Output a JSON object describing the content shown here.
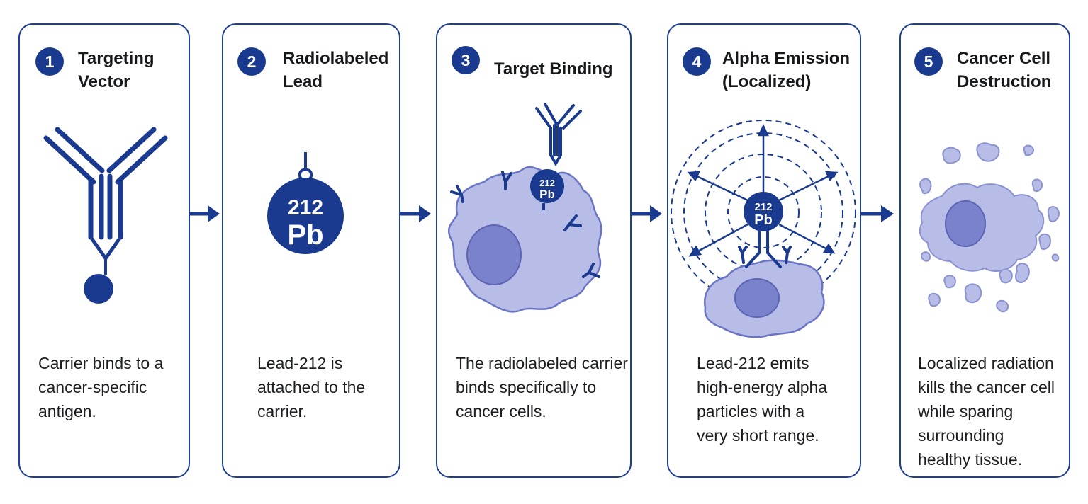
{
  "colors": {
    "navy": "#1a3a8f",
    "cell_fill": "#b8bde8",
    "cell_edge": "#6a74c4",
    "nucleus": "#7b82cc"
  },
  "steps": [
    {
      "number": "1",
      "title": "Targeting\nVector",
      "description": "Carrier binds to a\ncancer-specific\nantigen."
    },
    {
      "number": "2",
      "title": "Radiolabeled\nLead",
      "description": "Lead-212 is\nattached to the\ncarrier."
    },
    {
      "number": "3",
      "title": "Target Binding",
      "description": "The radiolabeled carrier\nbinds specifically to\ncancer cells."
    },
    {
      "number": "4",
      "title": "Alpha Emission\n(Localized)",
      "description": "Lead-212 emits\nhigh-energy alpha\nparticles with a\nvery short range."
    },
    {
      "number": "5",
      "title": "Cancer Cell\nDestruction",
      "description": "Localized radiation\nkills the cancer cell\nwhile sparing\nsurrounding\nhealthy tissue."
    }
  ],
  "isotope": {
    "mass": "212",
    "symbol": "Pb"
  }
}
